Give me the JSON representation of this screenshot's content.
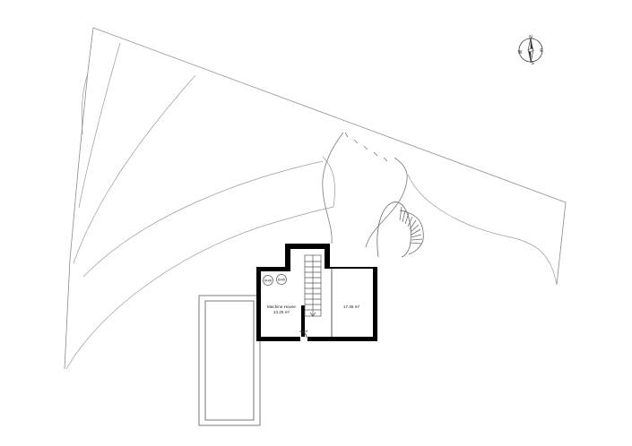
{
  "compass": {
    "n": "N",
    "e": "E",
    "s": "S",
    "w": "W"
  },
  "rooms": {
    "machine_house": {
      "name": "Machine House",
      "area": "13.25 m²"
    },
    "east_room": {
      "area": "17.36 m²"
    }
  },
  "equipment": {
    "tank_1": "DHW",
    "tank_2": "DHW"
  }
}
